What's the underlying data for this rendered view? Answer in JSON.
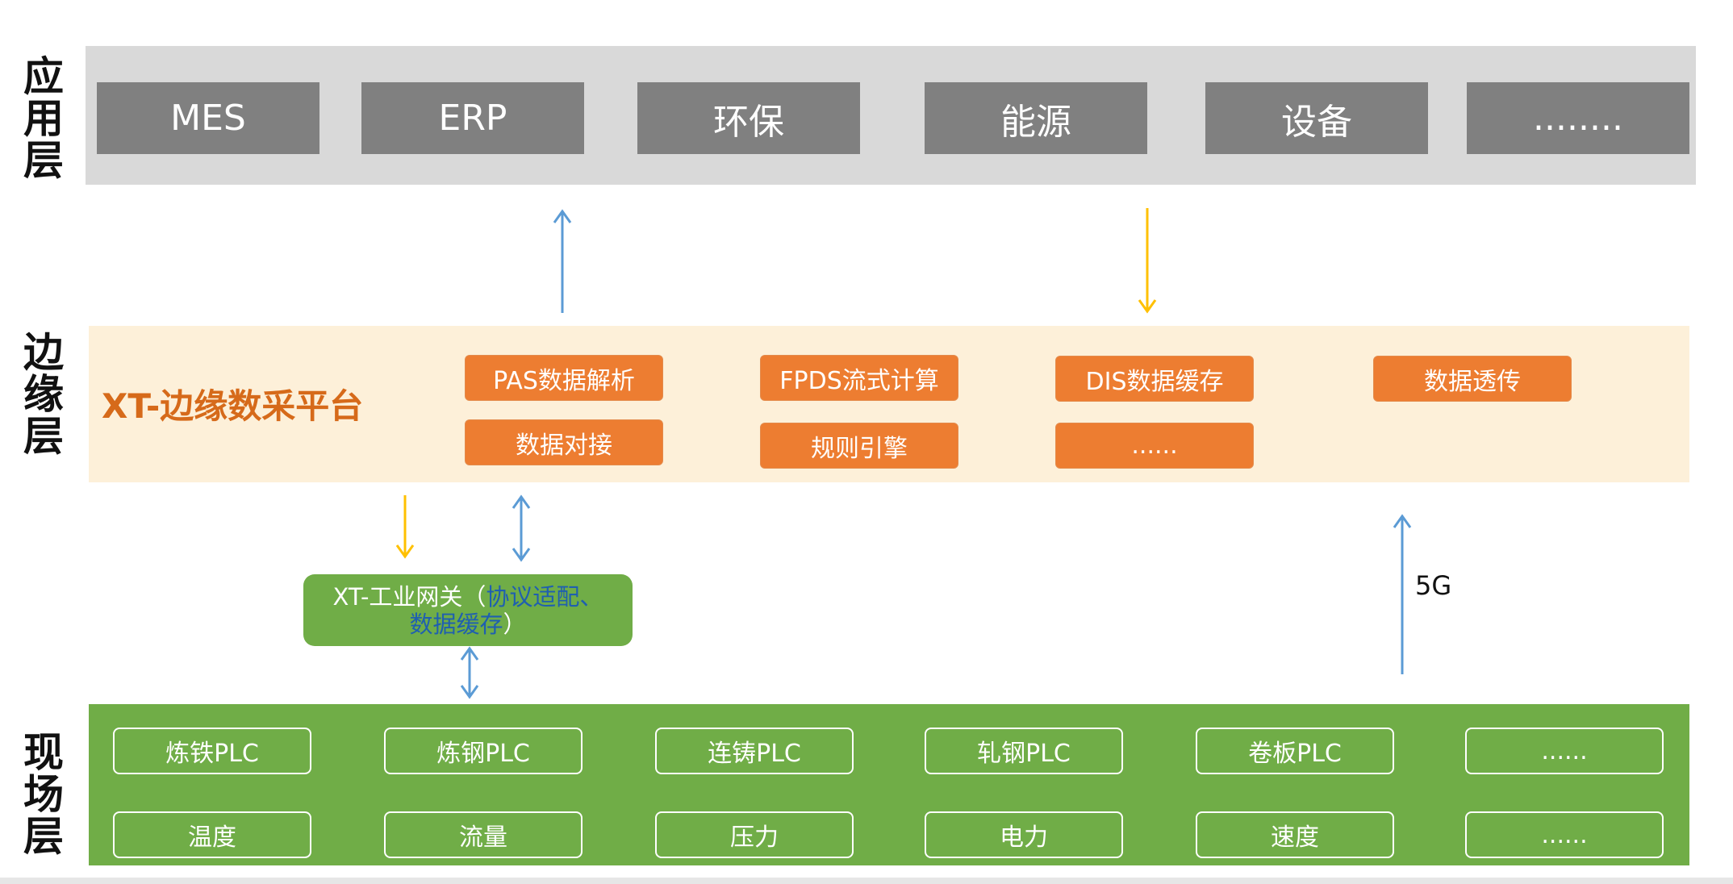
{
  "layers": {
    "application": "应用层",
    "edge": "边缘层",
    "field": "现场层"
  },
  "application_boxes": [
    "MES",
    "ERP",
    "环保",
    "能源",
    "设备",
    "........"
  ],
  "edge": {
    "platform_title": "XT-边缘数采平台",
    "modules_row1": [
      "PAS数据解析",
      "FPDS流式计算",
      "DIS数据缓存",
      "数据透传"
    ],
    "modules_row2": [
      "数据对接",
      "规则引擎",
      "......"
    ]
  },
  "gateway": {
    "prefix": "XT-工业网关（",
    "blue_text_1": "协议适配、",
    "blue_text_2": "数据缓存",
    "suffix": "）"
  },
  "link_label": "5G",
  "field": {
    "row1": [
      "炼铁PLC",
      "炼钢PLC",
      "连铸PLC",
      "轧钢PLC",
      "卷板PLC",
      "......"
    ],
    "row2": [
      "温度",
      "流量",
      "压力",
      "电力",
      "速度",
      "......"
    ]
  },
  "colors": {
    "app_band": "#d9d9d9",
    "app_box": "#808080",
    "edge_band": "#fdf0d9",
    "edge_module": "#ed7d31",
    "edge_title": "#d66a1a",
    "field_band": "#70ad47",
    "arrow_blue": "#5b9bd5",
    "arrow_yellow": "#ffc000"
  }
}
